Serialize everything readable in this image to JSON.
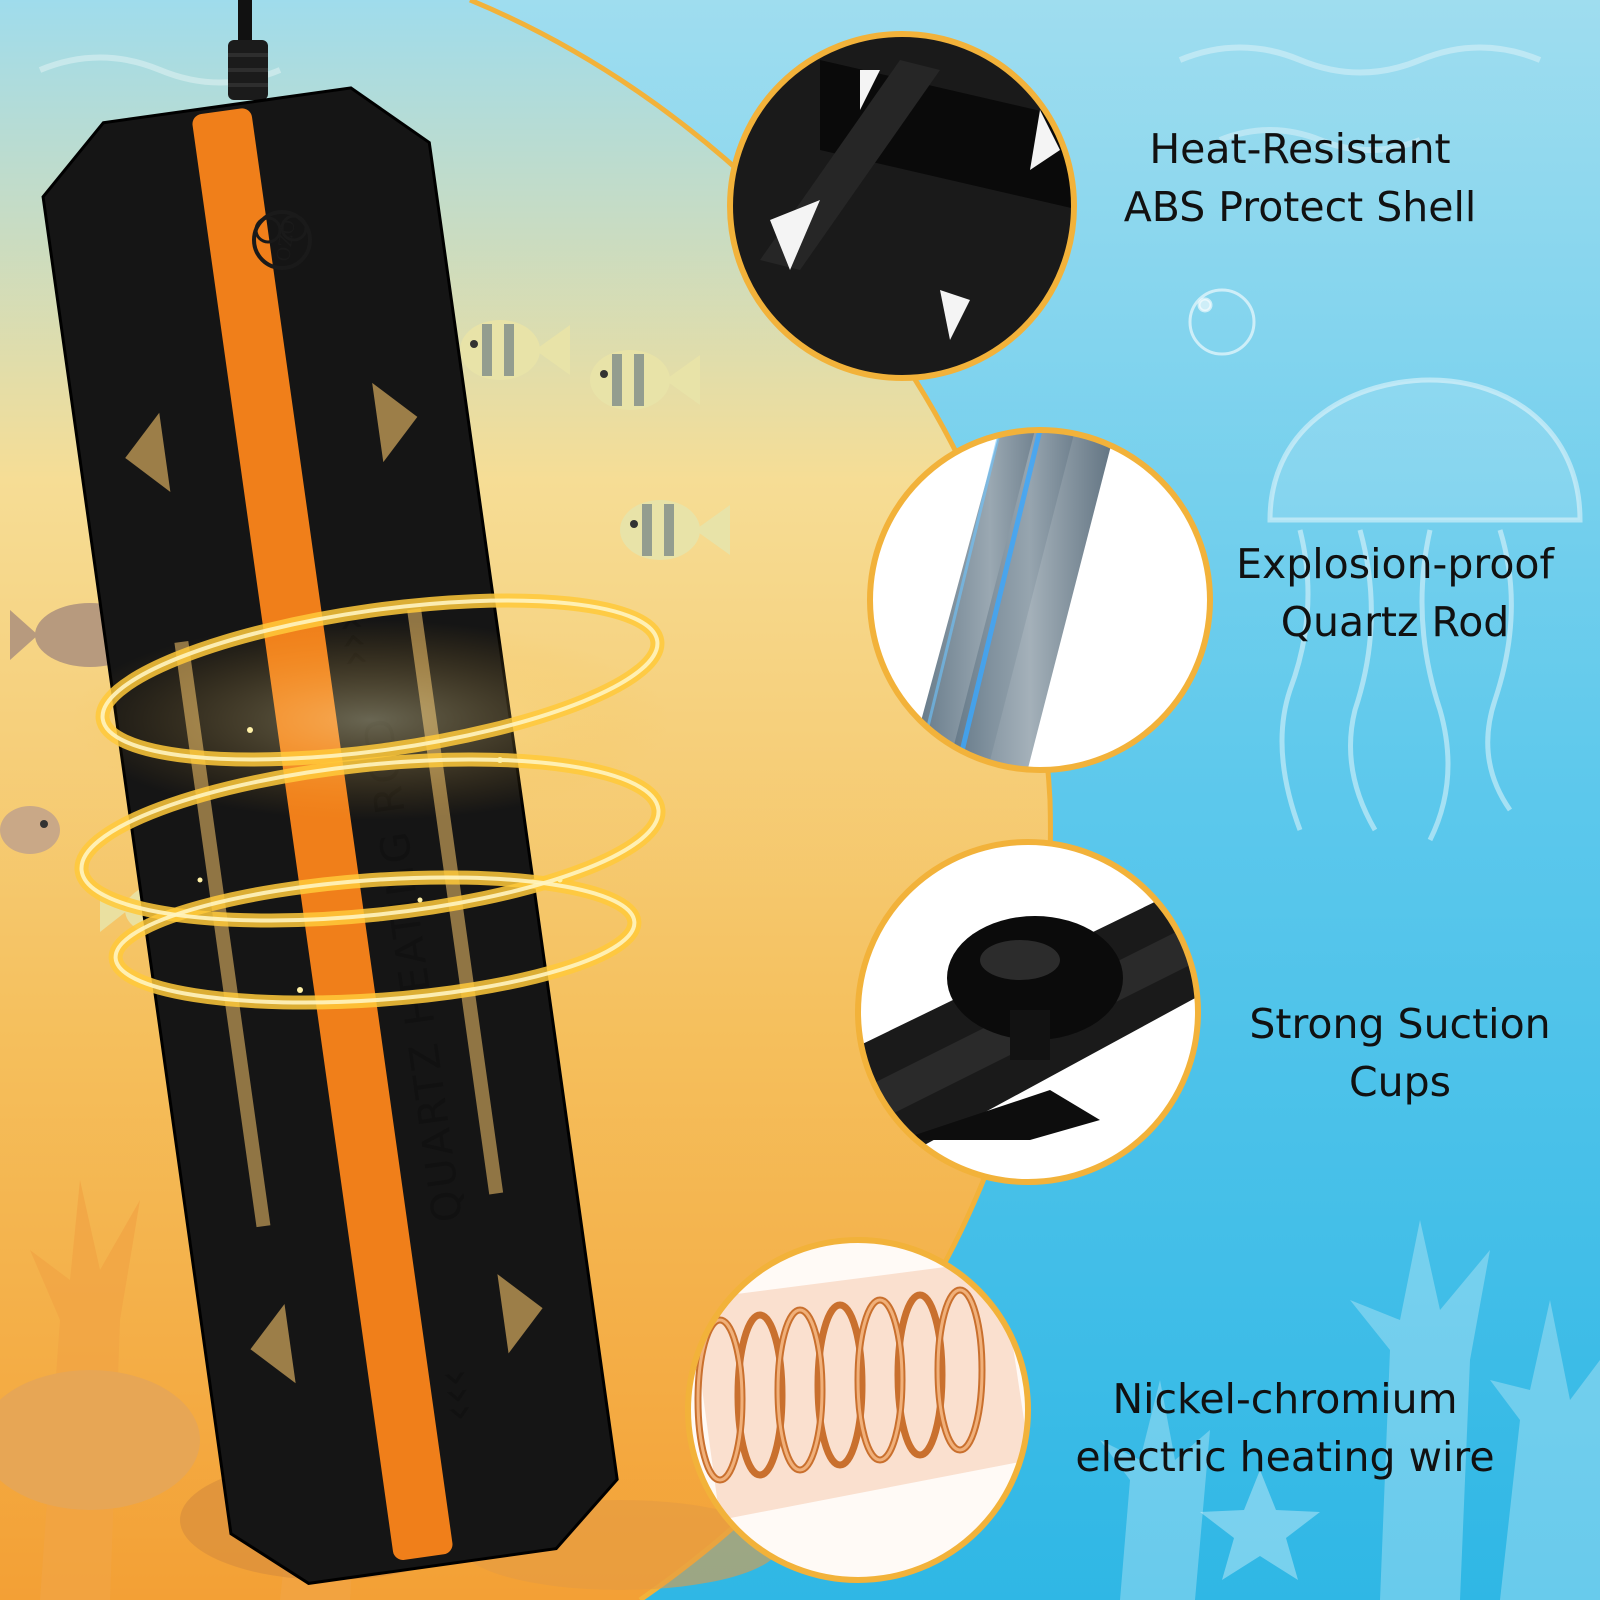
{
  "colors": {
    "water_top": "#8fd8ef",
    "water_bottom": "#2fb9e6",
    "sand_top": "#f6cf7c",
    "sand_bottom": "#f4a63a",
    "accent_orange": "#f07f1a",
    "gold_ring": "#f2b23a",
    "heater_body": "#141414",
    "glow": "#ffd04a"
  },
  "product": {
    "logo_text": "OZO",
    "stripe_text": "QUARTZ HEATING ROD",
    "chevrons_left": "‹‹‹",
    "chevrons_right": "›››"
  },
  "features": [
    {
      "line1": "Heat-Resistant",
      "line2": "ABS Protect Shell",
      "icon": "abs-shell"
    },
    {
      "line1": "Explosion-proof",
      "line2": "Quartz Rod",
      "icon": "quartz-rod"
    },
    {
      "line1": "Strong Suction",
      "line2": "Cups",
      "icon": "suction-cup"
    },
    {
      "line1": "Nickel-chromium",
      "line2": "electric heating wire",
      "icon": "heating-coil"
    }
  ]
}
